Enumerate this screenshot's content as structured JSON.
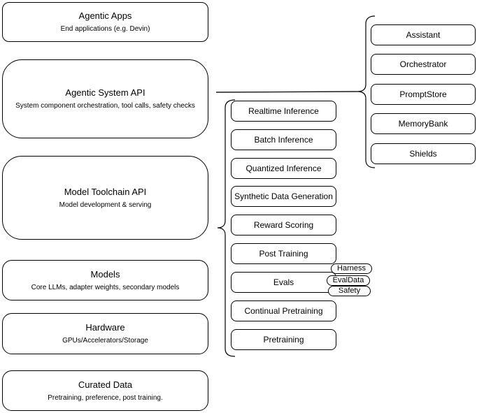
{
  "colors": {
    "stroke": "#000000",
    "background": "#ffffff",
    "text": "#000000"
  },
  "left_column": [
    {
      "title": "Agentic Apps",
      "subtitle": "End applications (e.g. Devin)"
    },
    {
      "title": "Agentic System API",
      "subtitle": "System component orchestration, tool calls, safety checks"
    },
    {
      "title": "Model Toolchain API",
      "subtitle": "Model development & serving"
    },
    {
      "title": "Models",
      "subtitle": "Core LLMs, adapter weights, secondary models"
    },
    {
      "title": "Hardware",
      "subtitle": "GPUs/Accelerators/Storage"
    },
    {
      "title": "Curated Data",
      "subtitle": "Pretraining, preference, post training."
    }
  ],
  "middle_column": [
    "Realtime Inference",
    "Batch Inference",
    "Quantized Inference",
    "Synthetic Data Generation",
    "Reward Scoring",
    "Post Training",
    "Evals",
    "Continual Pretraining",
    "Pretraining"
  ],
  "eval_pills": [
    "Harness",
    "EvalData",
    "Safety"
  ],
  "right_column": [
    "Assistant",
    "Orchestrator",
    "PromptStore",
    "MemoryBank",
    "Shields"
  ]
}
